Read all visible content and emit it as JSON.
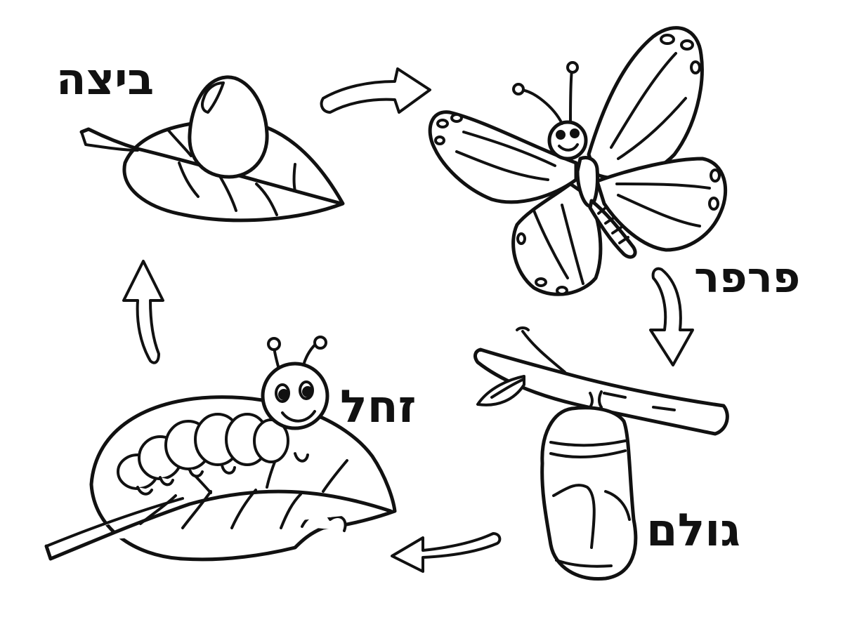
{
  "stages": {
    "egg": {
      "label": "ביצה"
    },
    "butterfly": {
      "label": "פרפר"
    },
    "pupa": {
      "label": "גולם"
    },
    "caterpillar": {
      "label": "זחל"
    }
  },
  "colors": {
    "line": "#111111",
    "fill": "#ffffff"
  },
  "icons": [
    "egg-on-leaf-illustration",
    "butterfly-illustration",
    "chrysalis-on-branch-illustration",
    "caterpillar-on-leaf-illustration",
    "cycle-arrow"
  ]
}
